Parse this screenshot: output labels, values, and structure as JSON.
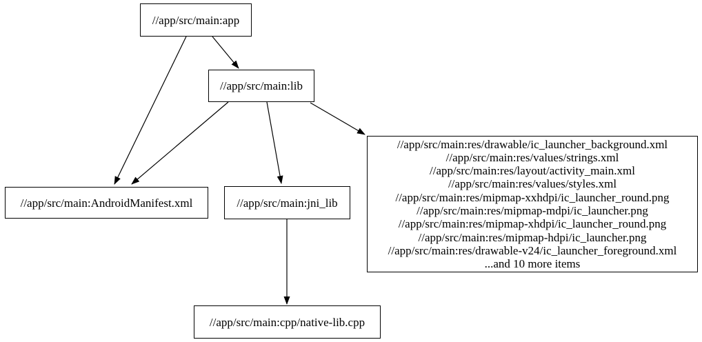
{
  "diagram": {
    "kind": "build-dependency-graph",
    "background_color": "#ffffff",
    "node_border_color": "#000000",
    "edge_color": "#000000",
    "text_color": "#000000"
  },
  "nodes": [
    {
      "id": "app",
      "label": "//app/src/main:app"
    },
    {
      "id": "lib",
      "label": "//app/src/main:lib"
    },
    {
      "id": "manifest",
      "label": "//app/src/main:AndroidManifest.xml"
    },
    {
      "id": "jni_lib",
      "label": "//app/src/main:jni_lib"
    },
    {
      "id": "res",
      "lines": [
        "//app/src/main:res/drawable/ic_launcher_background.xml",
        "//app/src/main:res/values/strings.xml",
        "//app/src/main:res/layout/activity_main.xml",
        "//app/src/main:res/values/styles.xml",
        "//app/src/main:res/mipmap-xxhdpi/ic_launcher_round.png",
        "//app/src/main:res/mipmap-mdpi/ic_launcher.png",
        "//app/src/main:res/mipmap-xhdpi/ic_launcher_round.png",
        "//app/src/main:res/mipmap-hdpi/ic_launcher.png",
        "//app/src/main:res/drawable-v24/ic_launcher_foreground.xml",
        "...and 10 more items"
      ]
    },
    {
      "id": "cpp",
      "label": "//app/src/main:cpp/native-lib.cpp"
    }
  ],
  "edges": [
    {
      "from": "app",
      "to": "manifest"
    },
    {
      "from": "app",
      "to": "lib"
    },
    {
      "from": "lib",
      "to": "manifest"
    },
    {
      "from": "lib",
      "to": "jni_lib"
    },
    {
      "from": "lib",
      "to": "res"
    },
    {
      "from": "jni_lib",
      "to": "cpp"
    }
  ]
}
